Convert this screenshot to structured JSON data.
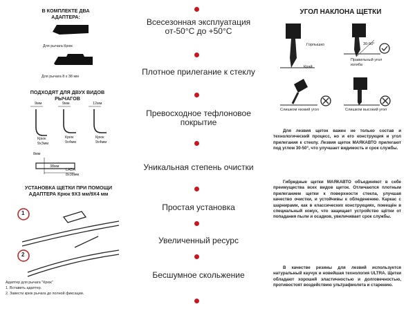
{
  "left": {
    "kit_title": "В КОМПЛЕКТЕ ДВА АДАПТЕРА:",
    "adapter1": "Для рычага Крюк",
    "adapter2": "Для рычага 8 х 38 мм",
    "fit_title": "ПОДХОДЯТ ДЛЯ ДВУХ ВИДОВ РЫЧАГОВ",
    "sizes": [
      "9мм",
      "9мм",
      "12мм"
    ],
    "hooks": [
      "Крюк 9х3мм",
      "Крюк 9х4мм",
      "Крюк 9х4мм"
    ],
    "lada_dims": [
      "8мм",
      "38мм"
    ],
    "lada": "LADA 8х38мм",
    "install_title": "УСТАНОВКА ЩЕТКИ ПРИ ПОМОЩИ АДАПТЕРА Крюк 9Х3 мм/9Х4 мм",
    "steps": [
      "1",
      "2"
    ],
    "notes": [
      "Адаптер для рычага \"Крюк\"",
      "1. Вставить адаптер.",
      "2. Завести крюк рычага до полной фиксации."
    ]
  },
  "features": [
    "Всесезонная эксплуатация от-50°С до +50°С",
    "Плотное прилегание к стеклу",
    "Превосходное тефлоновое покрытие",
    "Уникальная степень очистки",
    "Простая установка",
    "Увеличенный ресурс",
    "Бесшумное скольжение"
  ],
  "right": {
    "title": "УГОЛ НАКЛОНА ЩЕТКИ",
    "labels": {
      "leash": "Горлышко",
      "edge": "Край",
      "angle": "30-50°",
      "correct": "Правильный угол изгиба",
      "low": "Слишком низкий угол",
      "high": "Слишком высокий угол"
    },
    "paragraphs": [
      "Для лезвия щеток важен не только состав и технологический процесс, но и его конструкция и угол прилегания к стеклу. Лезвия щеток МАЯКАВТО прилегают под углом 30-50°, что улучшает видимость и срок службы.",
      "Гибридные щетки МАЯКАВТО объединяют в себе преимущества всех видов щеток. Отличаются плотным прилеганием щетки к поверхности стекла, улучшая качество очистки, и устойчивы к обледенению. Каркас с шарнирами, как в классических конструкциях, помещён в специальный кожух, что защищает устройство щётки от попадания пыли и осадков, увеличивает срок службы.",
      "В качестве резины для лезвий используется натуральный каучук и новейшая технология ULTRA. Щетки обладают хорошей эластичностью и долговечностью, противостоят воздействию ультрафиолета и старению."
    ]
  },
  "colors": {
    "accent": "#c8171e",
    "text": "#1a1a1a"
  }
}
